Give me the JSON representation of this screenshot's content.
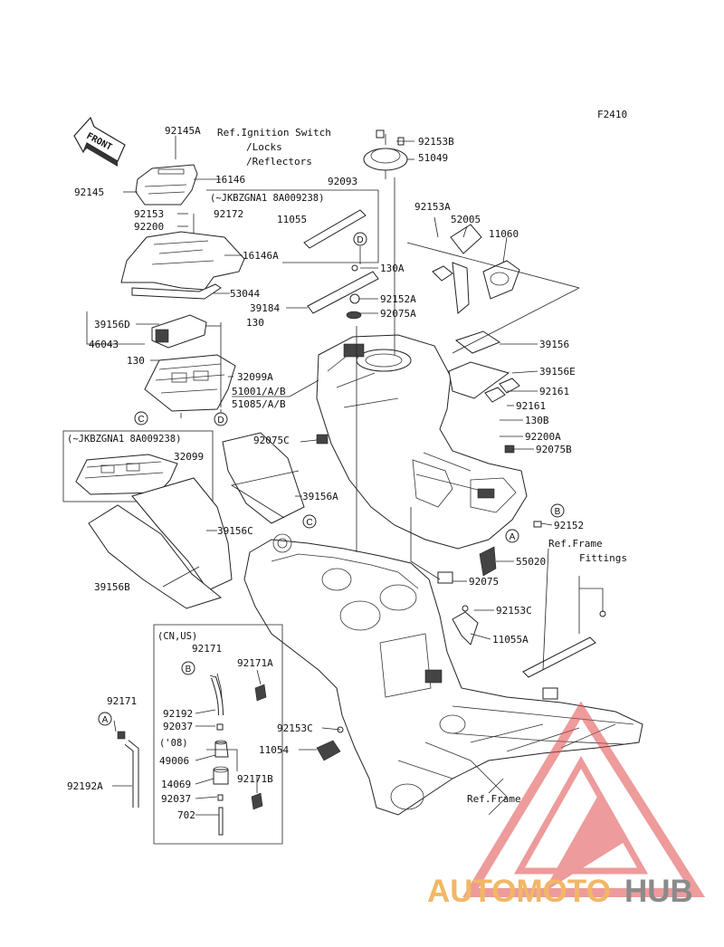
{
  "figure_code": "F2410",
  "front_label": "FRONT",
  "ref_ignition": [
    "Ref.Ignition Switch",
    "/Locks",
    "/Reflectors"
  ],
  "ref_frame_fittings": [
    "Ref.Frame",
    "Fittings"
  ],
  "ref_frame": "Ref.Frame",
  "note_serial": "(~JKBZGNA1 8A009238)",
  "note_region": "(CN,US)",
  "note_year": "('08)",
  "callouts": {
    "p92145A": "92145A",
    "p16146": "16146",
    "p92145": "92145",
    "p92153_l": "92153",
    "p92200": "92200",
    "p92172": "92172",
    "p11055": "11055",
    "p16146A": "16146A",
    "p53044": "53044",
    "p39156D": "39156D",
    "p46043": "46043",
    "p130_a": "130",
    "p130_b": "130",
    "p32099A": "32099A",
    "p51001": "51001/A/B",
    "p51085": "51085/A/B",
    "p32099": "32099",
    "p92153B": "92153B",
    "p51049": "51049",
    "p92093": "92093",
    "p92153A": "92153A",
    "p52005": "52005",
    "p11060": "11060",
    "p130A": "130A",
    "p39184": "39184",
    "p92152A": "92152A",
    "p92075A": "92075A",
    "p39156": "39156",
    "p39156E": "39156E",
    "p92161_a": "92161",
    "p92161_b": "92161",
    "p130B": "130B",
    "p92200A": "92200A",
    "p92075B": "92075B",
    "p92075C": "92075C",
    "p39156A": "39156A",
    "p39156C": "39156C",
    "p39156B": "39156B",
    "p92152": "92152",
    "p55020": "55020",
    "p92075": "92075",
    "p92153C_r": "92153C",
    "p11055A": "11055A",
    "p92153C_l": "92153C",
    "p11054": "11054",
    "p92171_a": "92171",
    "p92171A": "92171A",
    "p92192": "92192",
    "p92037_a": "92037",
    "p49006": "49006",
    "p14069": "14069",
    "p92037_b": "92037",
    "p702": "702",
    "p92171B": "92171B",
    "p92171_b": "92171",
    "p92192A": "92192A"
  },
  "circles": {
    "D": "D",
    "C": "C",
    "B": "B",
    "A": "A"
  },
  "watermark": {
    "auto": "AUTOMOTO",
    "hub": "HUB"
  }
}
